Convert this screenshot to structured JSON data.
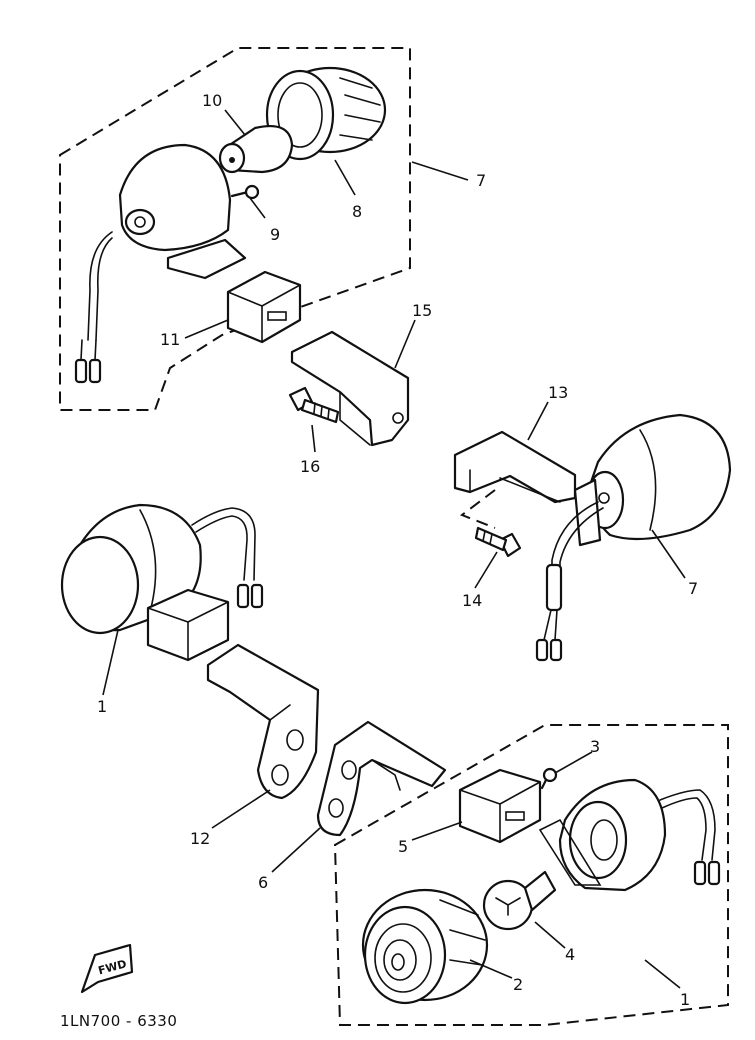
{
  "diagram": {
    "callouts": [
      {
        "id": "c10",
        "label": "10"
      },
      {
        "id": "c9",
        "label": "9"
      },
      {
        "id": "c8",
        "label": "8"
      },
      {
        "id": "c7a",
        "label": "7"
      },
      {
        "id": "c11",
        "label": "11"
      },
      {
        "id": "c15",
        "label": "15"
      },
      {
        "id": "c16",
        "label": "16"
      },
      {
        "id": "c13",
        "label": "13"
      },
      {
        "id": "c14",
        "label": "14"
      },
      {
        "id": "c7b",
        "label": "7"
      },
      {
        "id": "c1a",
        "label": "1"
      },
      {
        "id": "c12",
        "label": "12"
      },
      {
        "id": "c6",
        "label": "6"
      },
      {
        "id": "c5",
        "label": "5"
      },
      {
        "id": "c3",
        "label": "3"
      },
      {
        "id": "c4",
        "label": "4"
      },
      {
        "id": "c2",
        "label": "2"
      },
      {
        "id": "c1b",
        "label": "1"
      }
    ],
    "direction_badge": "FWD",
    "drawing_code": "1LN700 - 6330"
  }
}
